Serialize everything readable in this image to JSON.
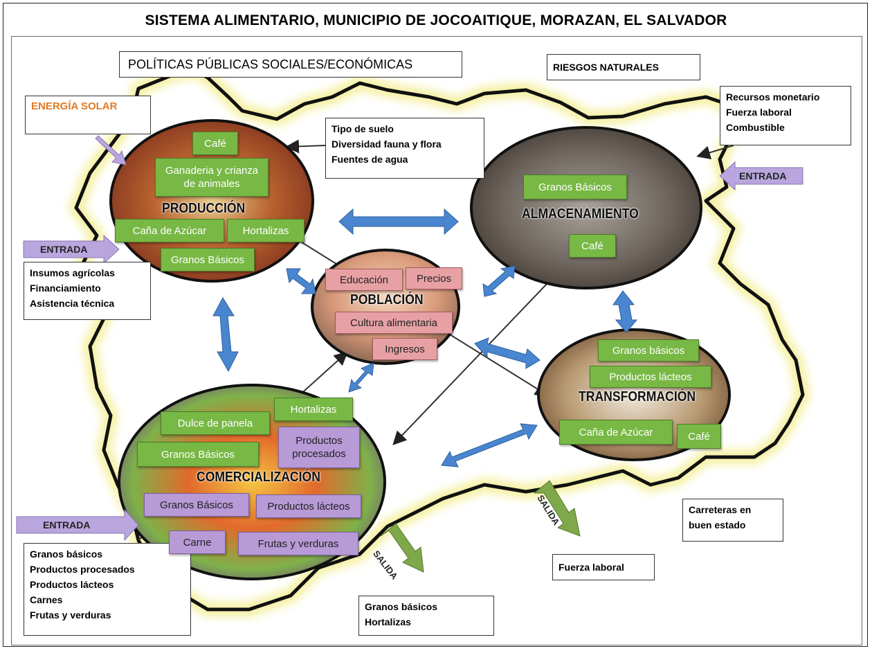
{
  "title": "SISTEMA ALIMENTARIO, MUNICIPIO DE JOCOAITIQUE, MORAZAN, EL SALVADOR",
  "policies": "POLÍTICAS PÚBLICAS SOCIALES/ECONÓMICAS",
  "risks": "RIESGOS NATURALES",
  "solar": "ENERGÍA SOLAR",
  "soil_box": [
    "Tipo de suelo",
    "Diversidad fauna y flora",
    "Fuentes de agua"
  ],
  "resources_box": [
    "Recursos monetario",
    "Fuerza laboral",
    "Combustible"
  ],
  "inputs_left_box": [
    "Insumos agrícolas",
    "Financiamiento",
    "Asistencia técnica"
  ],
  "inputs_bottom_box": [
    "Granos básicos",
    "Productos procesados",
    "Productos lácteos",
    "Carnes",
    "Frutas y verduras"
  ],
  "outputs_box": [
    "Granos básicos",
    "Hortalizas"
  ],
  "labor_box": "Fuerza laboral",
  "roads_box": [
    "Carreteras en",
    "buen estado"
  ],
  "entrada_label": "ENTRADA",
  "salida_label": "SALIDA",
  "produccion": {
    "name": "PRODUCCIÓN",
    "items": [
      "Café",
      "Ganaderia y crianza de animales",
      "Caña de Azúcar",
      "Hortalizas",
      "Granos Básicos"
    ]
  },
  "almacenamiento": {
    "name": "ALMACENAMIENTO",
    "items": [
      "Granos Básicos",
      "Café"
    ]
  },
  "poblacion": {
    "name": "POBLACIÓN",
    "items": [
      "Educación",
      "Precios",
      "Cultura alimentaria",
      "Ingresos"
    ]
  },
  "transformacion": {
    "name": "TRANSFORMACIÓN",
    "items": [
      "Granos básicos",
      "Productos lácteos",
      "Caña de Azúcar",
      "Café"
    ]
  },
  "comercializacion": {
    "name": "COMERCIALIZACIÓN",
    "items": [
      "Hortalizas",
      "Dulce de panela",
      "Productos procesados",
      "Granos Básicos",
      "Granos Básicos",
      "Productos lácteos",
      "Carne",
      "Frutas y verduras"
    ]
  },
  "colors": {
    "green_box": "#78b845",
    "purple_box": "#b79ad6",
    "pink_box": "#e7a1a5",
    "blue_arrow": "#4a86cf",
    "lavender_arrow": "#b9a6de",
    "olive_arrow": "#7fa84a",
    "boundary_glow": "#f2ec8a"
  }
}
